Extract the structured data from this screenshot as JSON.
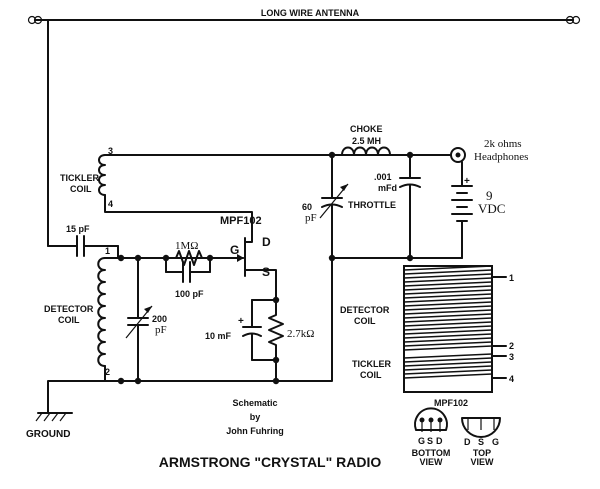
{
  "antenna_label": "LONG WIRE ANTENNA",
  "tickler": {
    "label_line1": "TICKLER",
    "label_line2": "COIL",
    "pin_top": "3",
    "pin_bottom": "4"
  },
  "detector": {
    "label_line1": "DETECTOR",
    "label_line2": "COIL",
    "pin_top": "1",
    "pin_bottom": "2"
  },
  "cap_15pf": "15 pF",
  "resistor_1m": "1MΩ",
  "cap_100pf": "100 pF",
  "transistor": {
    "name": "MPF102",
    "gate": "G",
    "drain": "D",
    "source": "S"
  },
  "var_cap_200": {
    "value": "200",
    "unit": "pF"
  },
  "cap_10mf": "10 mF",
  "resistor_2k7": "2.7kΩ",
  "choke": {
    "label": "CHOKE",
    "value": "2.5 MH"
  },
  "throttle": {
    "value": "60",
    "unit": "pF",
    "label": "THROTTLE"
  },
  "cap_001": {
    "value": ".001",
    "unit": "mFd"
  },
  "headphones": {
    "line1": "2k ohms",
    "line2": "Headphones"
  },
  "battery": {
    "line1": "9",
    "line2": "VDC",
    "plus": "+"
  },
  "polarity_plus": "+",
  "ground_label": "GROUND",
  "credit": {
    "line1": "Schematic",
    "line2": "by",
    "line3": "John Fuhring"
  },
  "title": "ARMSTRONG \"CRYSTAL\" RADIO",
  "coil_form": {
    "detector_line1": "DETECTOR",
    "detector_line2": "COIL",
    "tickler_line1": "TICKLER",
    "tickler_line2": "COIL",
    "taps": [
      "1",
      "2",
      "3",
      "4"
    ]
  },
  "pinout": {
    "title": "MPF102",
    "bottom_pins": [
      "G",
      "S",
      "D"
    ],
    "bottom_line1": "BOTTOM",
    "bottom_line2": "VIEW",
    "top_pins": [
      "D",
      "S",
      "G"
    ],
    "top_line1": "TOP",
    "top_line2": "VIEW"
  }
}
